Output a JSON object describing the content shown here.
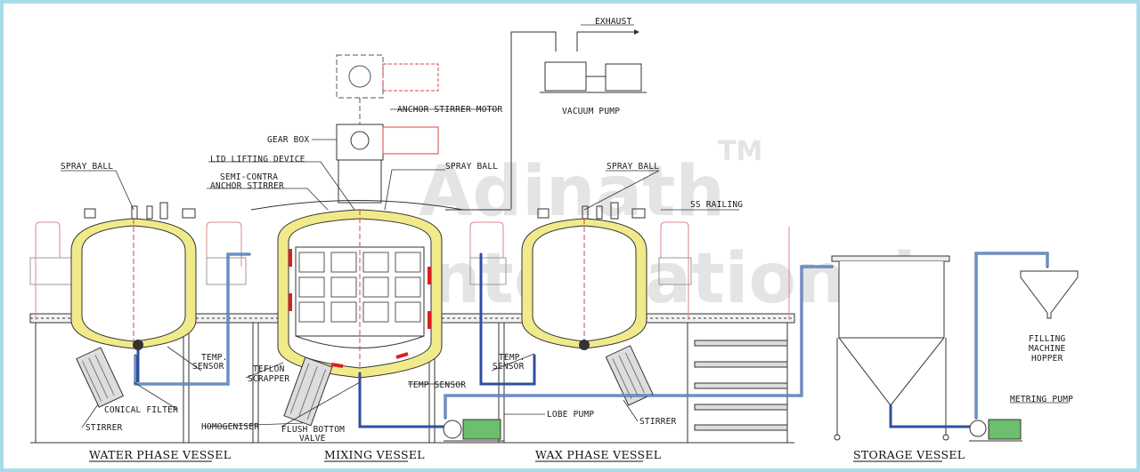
{
  "labels": {
    "exhaust": "EXHAUST",
    "vacuum_pump": "VACUUM PUMP",
    "anchor_stirrer_motor": "ANCHOR STIRRER MOTOR",
    "gear_box": "GEAR BOX",
    "lid_lifting_device": "LID LIFTING DEVICE",
    "semi_contra_1": "SEMI-CONTRA",
    "semi_contra_2": "ANCHOR STIRRER",
    "spray_ball_left": "SPRAY BALL",
    "spray_ball_mid": "SPRAY BALL",
    "spray_ball_right": "SPRAY BALL",
    "ss_railing": "SS RAILING",
    "temp_sensor_left_1": "TEMP.",
    "temp_sensor_left_2": "SENSOR",
    "teflon_1": "TEFLON",
    "teflon_2": "SCRAPPER",
    "conical_filter": "CONICAL FILTER",
    "stirrer_left": "STIRRER",
    "homogeniser": "HOMOGENISER",
    "flush_1": "FLUSH BOTTOM",
    "flush_2": "VALVE",
    "temp_sensor_mid": "TEMP SENSOR",
    "temp_sensor_right_1": "TEMP.",
    "temp_sensor_right_2": "SENSOR",
    "lobe_pump": "LOBE PUMP",
    "stirrer_right": "STIRRER",
    "filling_1": "FILLING",
    "filling_2": "MACHINE",
    "filling_3": "HOPPER",
    "metring_pump": "METRING PUMP"
  },
  "captions": {
    "water": "WATER PHASE VESSEL",
    "mixing": "MIXING VESSEL",
    "wax": "WAX PHASE VESSEL",
    "storage": "STORAGE VESSEL"
  },
  "watermark": {
    "line1": "Adinath",
    "line2": "International",
    "tm": "TM"
  },
  "colors": {
    "frame": "#a9dcea",
    "jacket": "#f1ea8a",
    "pipe_blue": "#2f4fa0",
    "pipe_light": "#9fd6e6",
    "scrapper_red": "#d92020",
    "motor_red": "#d44",
    "pump_green": "#6cbf6c"
  }
}
